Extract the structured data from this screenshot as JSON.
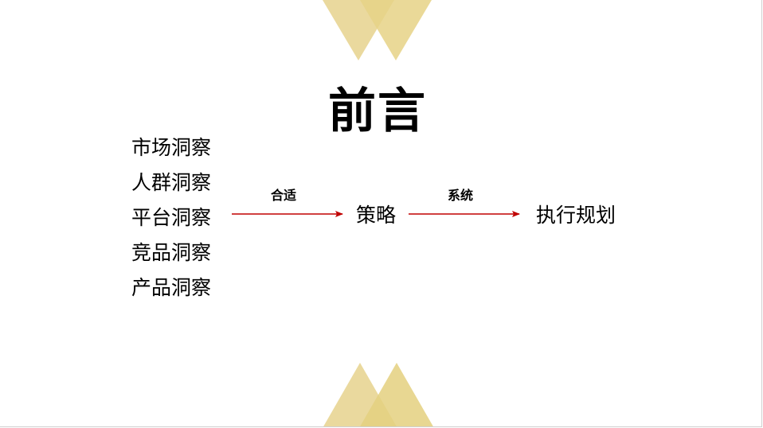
{
  "title": "前言",
  "insights": [
    "市场洞察",
    "人群洞察",
    "平台洞察",
    "竞品洞察",
    "产品洞察"
  ],
  "flow": {
    "label_1": "合适",
    "node_1": "策略",
    "label_2": "系统",
    "node_2": "执行规划"
  },
  "colors": {
    "arrow": "#c00000",
    "triangle_light": "#e8d593",
    "triangle_mid": "#e2cf7e",
    "triangle_overlap": "#ddc56f"
  }
}
